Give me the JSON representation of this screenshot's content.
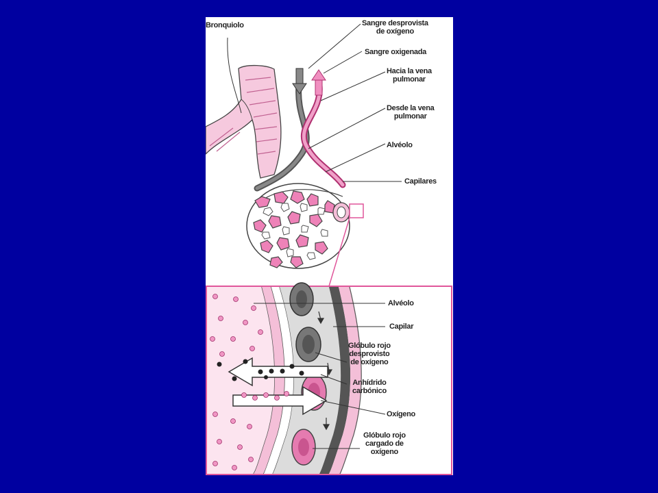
{
  "colors": {
    "background": "#0000a0",
    "panel": "#ffffff",
    "pink": "#e0559a",
    "pink_light": "#f4bfd8",
    "grey": "#7a7a7a",
    "dark": "#333333"
  },
  "labels": {
    "bronquiolo": "Bronquiolo",
    "sangre_desprovista": "Sangre desprovista\nde oxígeno",
    "sangre_oxigenada": "Sangre oxigenada",
    "hacia_vena": "Hacia la vena\npulmonar",
    "desde_vena": "Desde la vena\npulmonar",
    "alveolo_top": "Alvéolo",
    "capilares": "Capilares",
    "alveolo_bottom": "Alvéolo",
    "capilar": "Capilar",
    "globulo_desprovisto": "Glóbulo rojo\ndesprovisto\nde oxígeno",
    "anhidrido": "Anhídrido\ncarbónico",
    "oxigeno": "Oxígeno",
    "globulo_cargado": "Glóbulo rojo\ncargado de\noxígeno"
  }
}
